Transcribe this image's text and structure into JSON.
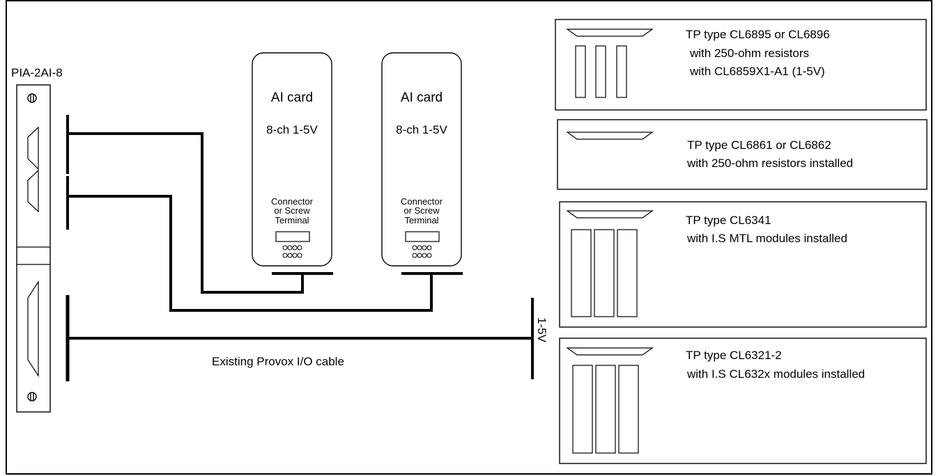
{
  "panel": {
    "label": "PIA-2AI-8"
  },
  "cards": [
    {
      "title": "AI card",
      "spec": "8-ch 1-5V",
      "terminal_lines": [
        "Connector",
        "or Screw",
        "Terminal"
      ]
    },
    {
      "title": "AI card",
      "spec": "8-ch 1-5V",
      "terminal_lines": [
        "Connector",
        "or Screw",
        "Terminal"
      ]
    }
  ],
  "cable_label": "Existing Provox I/O cable",
  "signal_label": "1-5V",
  "termination_panels": [
    {
      "lines": [
        "TP type CL6895 or CL6896",
        "with 250-ohm resistors",
        "with  CL6859X1-A1  (1-5V)"
      ]
    },
    {
      "lines": [
        "TP type CL6861 or CL6862",
        "with 250-ohm resistors installed"
      ]
    },
    {
      "lines": [
        "TP type CL6341",
        "with I.S MTL modules installed"
      ]
    },
    {
      "lines": [
        "TP type CL6321-2",
        "with I.S CL632x modules installed"
      ]
    }
  ],
  "colors": {
    "line": "#000000",
    "background": "#ffffff"
  }
}
